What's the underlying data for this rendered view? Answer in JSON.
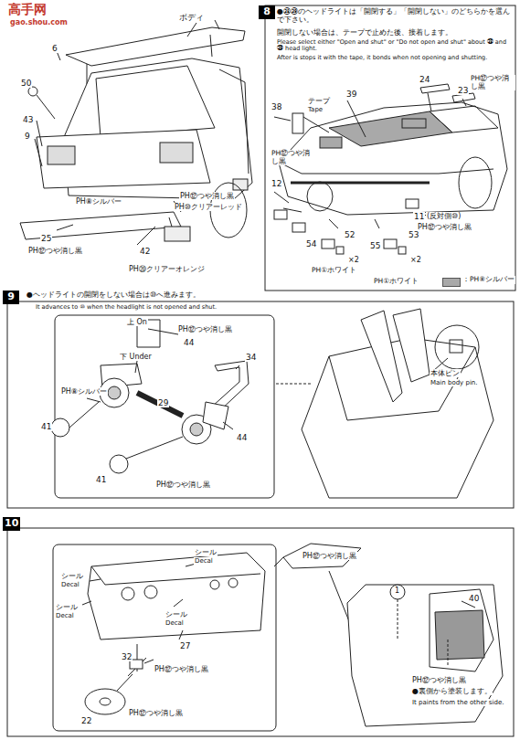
{
  "diagram": {
    "labels": [
      "高手网",
      "gao.shou.com",
      "ボディ",
      "6",
      "50",
      "43",
      "9",
      "PH⑧シルバー",
      "25",
      "PH⑫つや消し黒",
      "PH⑫つや消し黒",
      "PH⑩クリアーレッド",
      "42",
      "PH⑳クリアーオレンジ",
      "8",
      "●㊳㊴のヘッドライトは「開閉する」「開閉しない」のどちらかを選んで下さい。",
      "開閉しない場合は、テープで止めた後、接着します。",
      "Please select either \"Open and shut\" or \"Do not open and shut\" about ㊳ and ㊴ head light.",
      "After is stops it with the tape, it bonds when not opening and shutting.",
      "38",
      "テープ",
      "Tape",
      "39",
      "24",
      "23",
      "PH⑫つや消し黒",
      "PH⑫つや消し黒",
      "12",
      "11",
      "(反対側⑩)",
      "PH⑫つや消し黒",
      "52",
      "54",
      "×2",
      "PH①ホワイト",
      "55",
      "53",
      "×2",
      "PH①ホワイト",
      "9",
      "●ヘッドライトの開閉をしない場合は⑩へ進みます。",
      "It advances to ⑩ when the headlight is not opened and shut.",
      "上 On",
      "下 Under",
      "PH⑫つや消し黒",
      "44",
      "34",
      "PH⑧シルバー",
      "29",
      "41",
      "41",
      "44",
      "PH⑫つや消し黒",
      "本体ピン",
      "Main body pin.",
      "10",
      "シール",
      "Decal",
      "シール",
      "Decal",
      "シール",
      "Decal",
      "シール",
      "Decal",
      "27",
      "32",
      "PH⑫つや消し黒",
      "22",
      "PH⑫つや消し黒",
      "1",
      "40",
      "PH⑫つや消し黒",
      "PH⑫つや消し黒",
      "●裏側から塗装します。",
      "It paints from the other side."
    ],
    "legend": [
      {
        "text": "：PH⑧シルバー",
        "color": "#a9a9a9"
      }
    ]
  }
}
